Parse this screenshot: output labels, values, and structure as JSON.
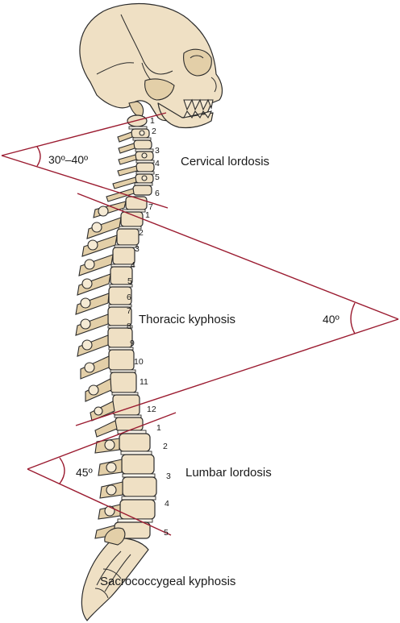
{
  "regions": {
    "cervical": {
      "label": "Cervical lordosis",
      "angle": "30º–40º"
    },
    "thoracic": {
      "label": "Thoracic kyphosis",
      "angle": "40º"
    },
    "lumbar": {
      "label": "Lumbar lordosis",
      "angle": "45º"
    },
    "sacral": {
      "label": "Sacrococcygeal kyphosis"
    }
  },
  "vertebra_numbers": {
    "cervical": [
      "1",
      "2",
      "3",
      "4",
      "5",
      "6",
      "7"
    ],
    "thoracic": [
      "1",
      "2",
      "3",
      "4",
      "5",
      "6",
      "7",
      "8",
      "9",
      "10",
      "11",
      "12"
    ],
    "lumbar": [
      "1",
      "2",
      "3",
      "4",
      "5"
    ]
  },
  "colors": {
    "angle_lines": "#9b1b30",
    "bone": "#efe0c4",
    "outline": "#2b2b2b"
  }
}
